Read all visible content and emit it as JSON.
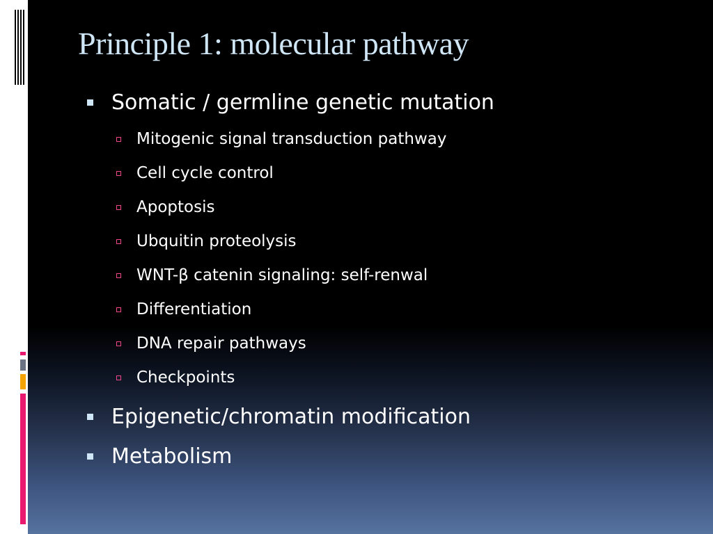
{
  "title": "Principle 1: molecular pathway",
  "colors": {
    "title": "#cfe6f7",
    "text": "#ffffff",
    "bullet_level1": "#cfe6f7",
    "bullet_level2": "#f0468c",
    "accent_gray": "#6b7383",
    "accent_orange": "#f5a300",
    "accent_pink": "#e8196f"
  },
  "bullets": [
    {
      "text": "Somatic / germline genetic mutation",
      "icon": "square-bullet-icon",
      "children": [
        {
          "text": "Mitogenic signal transduction pathway",
          "icon": "hollow-square-bullet-icon"
        },
        {
          "text": "Cell cycle control",
          "icon": "hollow-square-bullet-icon"
        },
        {
          "text": "Apoptosis",
          "icon": "hollow-square-bullet-icon"
        },
        {
          "text": "Ubquitin proteolysis",
          "icon": "hollow-square-bullet-icon"
        },
        {
          "text": "WNT-β catenin signaling: self-renwal",
          "icon": "hollow-square-bullet-icon"
        },
        {
          "text": "Differentiation",
          "icon": "hollow-square-bullet-icon"
        },
        {
          "text": "DNA repair pathways",
          "icon": "hollow-square-bullet-icon"
        },
        {
          "text": "Checkpoints",
          "icon": "hollow-square-bullet-icon"
        }
      ]
    },
    {
      "text": "Epigenetic/chromatin modification",
      "icon": "square-bullet-icon",
      "children": []
    },
    {
      "text": "Metabolism",
      "icon": "square-bullet-icon",
      "children": []
    }
  ]
}
